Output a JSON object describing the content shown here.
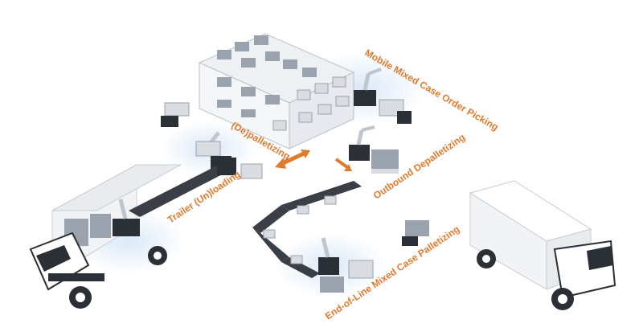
{
  "labels": {
    "mobile_picking": "Mobile Mixed Case Order Picking",
    "depalletizing": "(De)palletizing",
    "outbound_depalletizing": "Outbound Depalletizing",
    "trailer_unloading": "Trailer (Un)loading",
    "end_of_line": "End-of-Line Mixed Case Palletizing"
  },
  "colors": {
    "accent": "#e07b2e",
    "dark": "#2b2f36",
    "conveyor": "#3a3f47",
    "rack": "#b9c2cc",
    "box": "#d9dde2",
    "glow": "#d6e6f7"
  },
  "icons": [
    "truck-icon",
    "robot-arm-icon",
    "conveyor-icon",
    "storage-rack-icon",
    "pallet-icon",
    "double-arrow-icon",
    "arrow-icon"
  ]
}
